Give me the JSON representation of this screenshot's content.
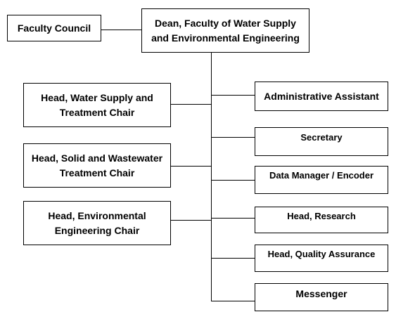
{
  "diagram": {
    "faculty_council": "Faculty Council",
    "dean": {
      "line1": "Dean, Faculty of Water Supply",
      "line2": "and Environmental Engineering"
    },
    "left_units": [
      {
        "line1": "Head, Water Supply and",
        "line2": "Treatment Chair"
      },
      {
        "line1": "Head, Solid and Wastewater",
        "line2": "Treatment Chair"
      },
      {
        "line1": "Head, Environmental",
        "line2": "Engineering Chair"
      }
    ],
    "right_units": [
      "Administrative Assistant",
      "Secretary",
      "Data Manager / Encoder",
      "Head, Research",
      "Head, Quality Assurance",
      "Messenger"
    ]
  }
}
